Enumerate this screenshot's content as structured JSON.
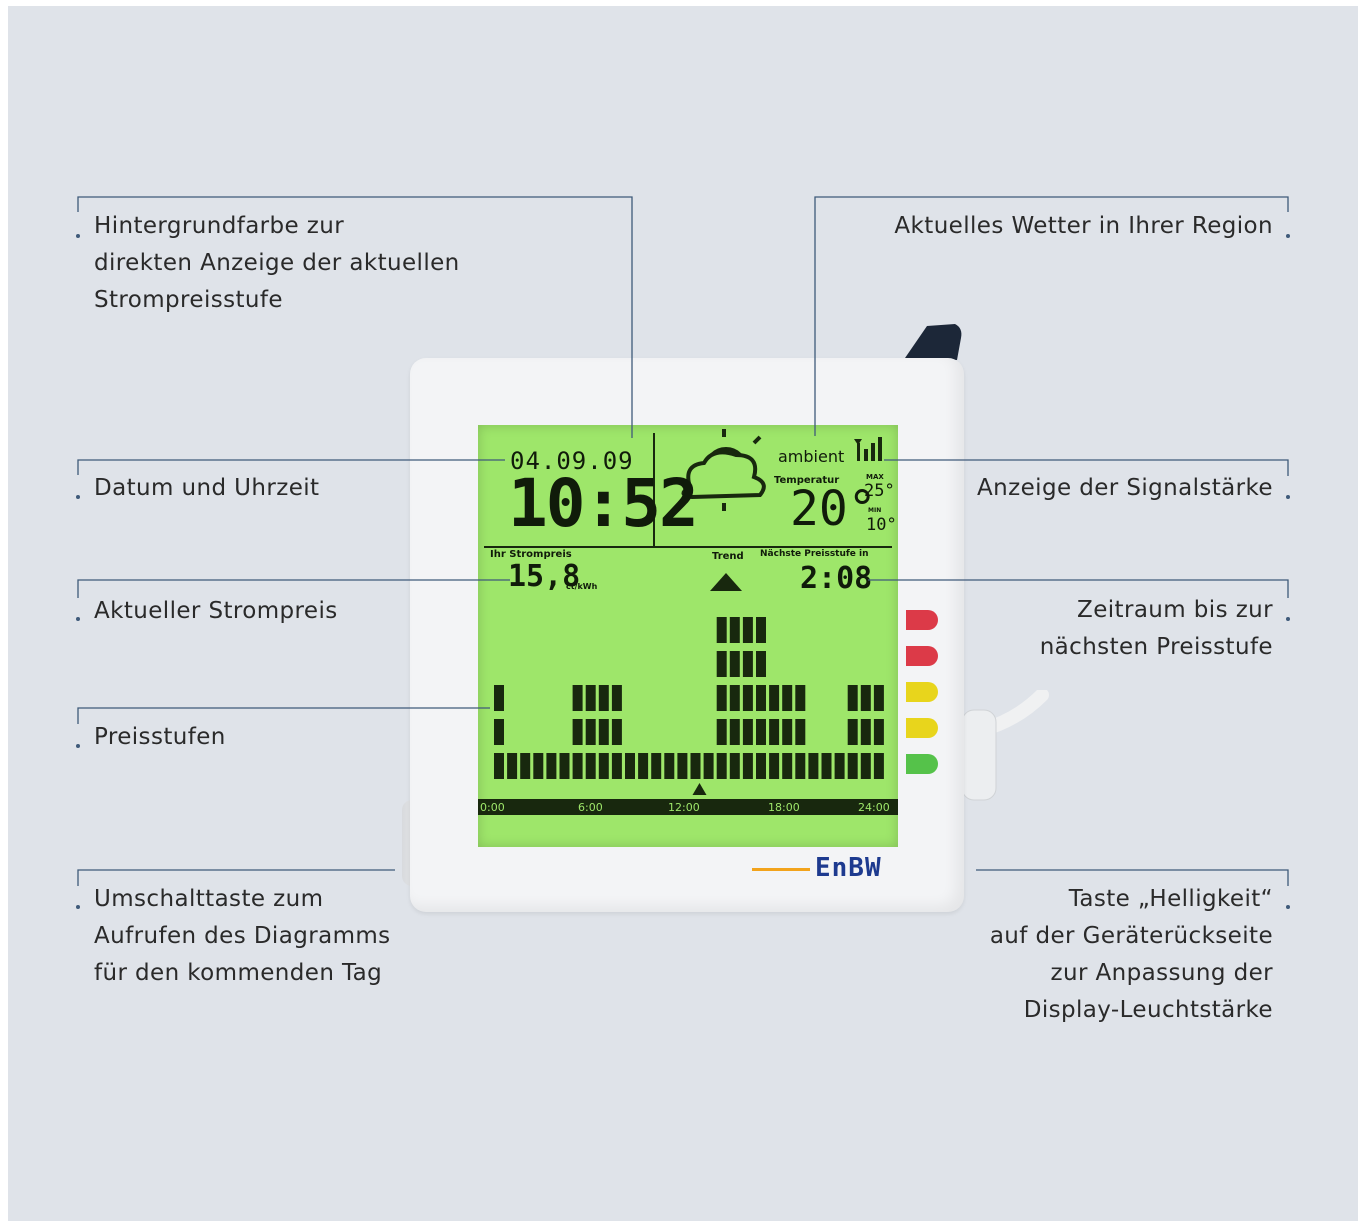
{
  "labels": {
    "background_color": "Hintergrundfarbe zur\ndirekten Anzeige der aktuellen\nStrompreisstufe",
    "date_time": "Datum und Uhrzeit",
    "current_price": "Aktueller Strompreis",
    "price_levels": "Preisstufen",
    "toggle_button": "Umschalttaste zum\nAufrufen des Diagramms\nfür den kommenden Tag",
    "weather": "Aktuelles Wetter in Ihrer Region",
    "signal": "Anzeige der Signalstärke",
    "time_to_next": "Zeitraum bis zur\nnächsten Preisstufe",
    "brightness_button": "Taste „Helligkeit“\nauf der Geräterückseite\nzur Anpassung der\nDisplay-Leuchtstärke"
  },
  "display": {
    "date": "04.09.09",
    "time": "10:52",
    "brand_small": "ambient",
    "temperature_label": "Temperatur",
    "temperature": "20°",
    "max_label": "MAX",
    "max_temp": "25°",
    "min_label": "MIN",
    "min_temp": "10°",
    "price_label": "Ihr Strompreis",
    "price_value": "15,8",
    "price_unit": "ct/kWh",
    "trend_label": "Trend",
    "next_label": "Nächste Preisstufe in",
    "next_value": "2:08",
    "time_axis": [
      "0:00",
      "6:00",
      "12:00",
      "18:00",
      "24:00"
    ],
    "bar_levels": [
      3,
      1,
      1,
      1,
      1,
      1,
      3,
      3,
      3,
      3,
      1,
      1,
      1,
      1,
      1,
      1,
      1,
      5,
      5,
      5,
      5,
      3,
      3,
      3,
      1,
      1,
      1,
      3,
      3,
      3
    ],
    "current_slot": 15
  },
  "logo_text": "EnBW",
  "colors": {
    "background": "#dfe3e9",
    "lcd": "#9ee66a",
    "leader_lines": "#3f5a7a",
    "led_red": "#dc3a48",
    "led_yellow": "#e8d51c",
    "led_green": "#55c24a"
  }
}
